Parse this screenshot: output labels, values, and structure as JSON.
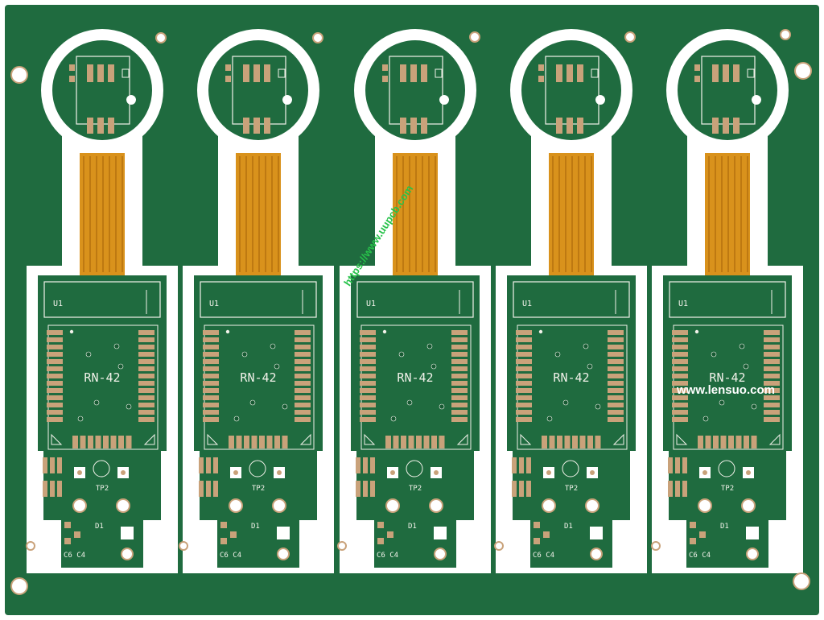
{
  "colors": {
    "panel_green": "#1f6b3f",
    "mask_dark": "#175a33",
    "cutout": "#ffffff",
    "copper_pad": "#c9a27a",
    "flex_polyimide": "#d9921c",
    "flex_trace": "#b8730f",
    "silkscreen": "#f2f2ea",
    "watermark_dark": "#ffffff",
    "watermark_green": "#27c24a"
  },
  "board_labels": {
    "chip_name": "RN-42",
    "u1": "U1",
    "tp2": "TP2",
    "d1": "D1",
    "c6c4": "C6 C4"
  },
  "boards": [
    {
      "id": "board-1"
    },
    {
      "id": "board-2"
    },
    {
      "id": "board-3"
    },
    {
      "id": "board-4"
    },
    {
      "id": "board-5"
    }
  ],
  "watermarks": {
    "right": "www.lensuo.com",
    "diagonal": "https://www.uupcb.com"
  }
}
